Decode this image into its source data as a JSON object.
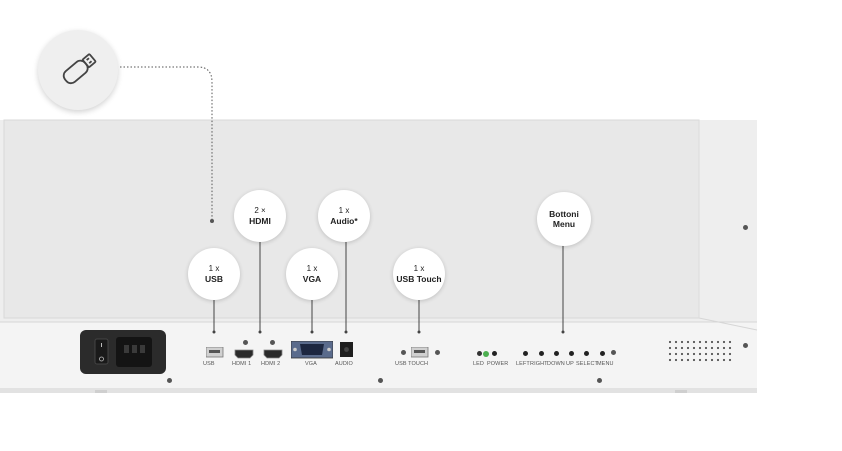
{
  "badge": {
    "icon": "usb-drive-icon"
  },
  "callouts": [
    {
      "id": "usb",
      "qty": "1 x",
      "name": "USB"
    },
    {
      "id": "hdmi",
      "qty": "2 ×",
      "name": "HDMI"
    },
    {
      "id": "vga",
      "qty": "1 x",
      "name": "VGA"
    },
    {
      "id": "audio",
      "qty": "1 x",
      "name": "Audio*"
    },
    {
      "id": "usb_touch",
      "qty": "1 x",
      "name": "USB Touch"
    },
    {
      "id": "buttons",
      "qty": "",
      "name": "Bottoni Menu"
    }
  ],
  "port_labels": {
    "usb": "USB",
    "hdmi1": "HDMI 1",
    "hdmi2": "HDMI 2",
    "vga": "VGA",
    "audio": "AUDIO",
    "usb_touch": "USB TOUCH",
    "led": "LED",
    "power": "POWER",
    "left": "LEFT",
    "right": "RIGHT",
    "down": "DOWN",
    "up": "UP",
    "select": "SELECT",
    "menu": "MENU"
  },
  "colors": {
    "panel": "#efefef",
    "strip": "#f6f6f6",
    "led": "#4caf50"
  }
}
